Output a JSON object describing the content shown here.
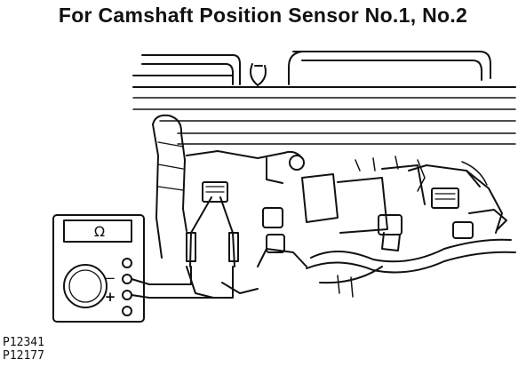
{
  "title": "For Camshaft Position Sensor No.1, No.2",
  "multimeter": {
    "range_symbol": "Ω",
    "negative_label": "−",
    "positive_label": "+"
  },
  "figure_codes": [
    "P12341",
    "P12177"
  ]
}
